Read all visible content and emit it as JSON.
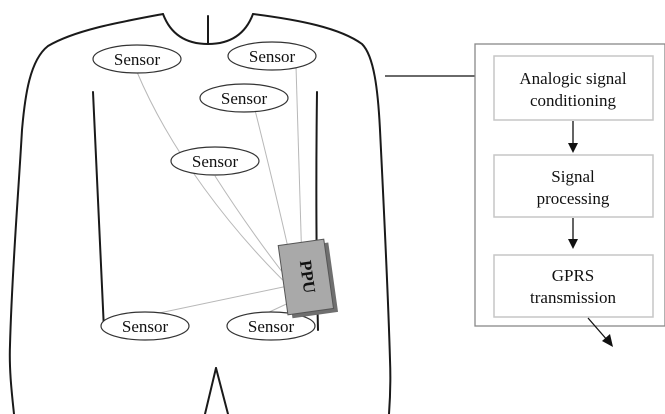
{
  "diagram": {
    "sensors": [
      {
        "id": "s1",
        "label": "Sensor"
      },
      {
        "id": "s2",
        "label": "Sensor"
      },
      {
        "id": "s3",
        "label": "Sensor"
      },
      {
        "id": "s4",
        "label": "Sensor"
      },
      {
        "id": "s5",
        "label": "Sensor"
      },
      {
        "id": "s6",
        "label": "Sensor"
      }
    ],
    "ppu": {
      "label": "PPU"
    },
    "pipeline": [
      {
        "id": "b1",
        "lines": [
          "Analogic signal",
          "conditioning"
        ]
      },
      {
        "id": "b2",
        "lines": [
          "Signal",
          "processing"
        ]
      },
      {
        "id": "b3",
        "lines": [
          "GPRS",
          "transmission"
        ]
      }
    ],
    "colors": {
      "ppu_fill": "#a9a9a9",
      "ppu_shadow": "#6f6f6f",
      "wire": "#b8b8b8",
      "box_border": "#c6c6c6"
    }
  }
}
